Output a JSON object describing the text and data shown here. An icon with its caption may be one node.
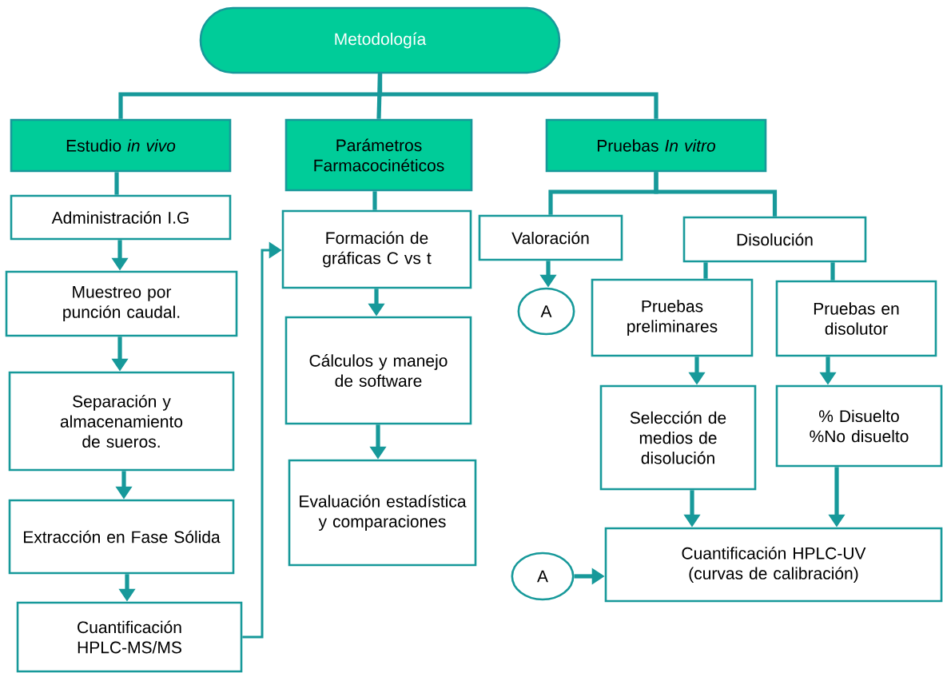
{
  "diagram": {
    "nodes": [
      {
        "text": [
          "Metodología"
        ]
      },
      {
        "text": [
          "Estudio *in vivo*"
        ]
      },
      {
        "text": [
          "Parámetros Farmacocinéticos"
        ]
      },
      {
        "text": [
          "Pruebas *In vitro*"
        ]
      },
      {
        "text": [
          "Administración I.G"
        ]
      },
      {
        "text": [
          "Muestreo por punción caudal."
        ]
      },
      {
        "text": [
          "Separación y almacenamiento de sueros."
        ]
      },
      {
        "text": [
          "Extracción en Fase Sólida"
        ]
      },
      {
        "text": [
          "Cuantificación HPLC-MS/MS"
        ]
      },
      {
        "text": [
          "Formación de gráficas C vs t"
        ]
      },
      {
        "text": [
          "Cálculos y manejo de software"
        ]
      },
      {
        "text": [
          "Evaluación estadística y comparaciones"
        ]
      },
      {
        "text": [
          "Valoración"
        ]
      },
      {
        "text": [
          "A"
        ]
      },
      {
        "text": [
          "Disolución"
        ]
      },
      {
        "text": [
          "Pruebas preliminares"
        ]
      },
      {
        "text": [
          "Pruebas en disolutor"
        ]
      },
      {
        "text": [
          "Selección de medios de disolución"
        ]
      },
      {
        "text": [
          "% Disuelto %No disuelto"
        ]
      },
      {
        "text": [
          "A"
        ]
      },
      {
        "text": [
          "Cuantificación HPLC-UV (curvas de calibración)"
        ]
      }
    ],
    "edges": [
      {
        "from": 0,
        "to": 1,
        "arrow": "none"
      },
      {
        "from": 0,
        "to": 2,
        "arrow": "none"
      },
      {
        "from": 0,
        "to": 3,
        "arrow": "none"
      },
      {
        "from": 1,
        "to": 4,
        "arrow": "none"
      },
      {
        "from": 4,
        "to": 5,
        "arrow": "to"
      },
      {
        "from": 5,
        "to": 6,
        "arrow": "to"
      },
      {
        "from": 6,
        "to": 7,
        "arrow": "to"
      },
      {
        "from": 7,
        "to": 8,
        "arrow": "to"
      },
      {
        "from": 8,
        "to": 9,
        "arrow": "to"
      },
      {
        "from": 2,
        "to": 9,
        "arrow": "none"
      },
      {
        "from": 9,
        "to": 10,
        "arrow": "to"
      },
      {
        "from": 10,
        "to": 11,
        "arrow": "to"
      },
      {
        "from": 3,
        "to": 12,
        "arrow": "none"
      },
      {
        "from": 3,
        "to": 14,
        "arrow": "none"
      },
      {
        "from": 12,
        "to": 13,
        "arrow": "to"
      },
      {
        "from": 14,
        "to": 15,
        "arrow": "none"
      },
      {
        "from": 14,
        "to": 16,
        "arrow": "none"
      },
      {
        "from": 15,
        "to": 17,
        "arrow": "to"
      },
      {
        "from": 16,
        "to": 18,
        "arrow": "to"
      },
      {
        "from": 17,
        "to": 20,
        "arrow": "to"
      },
      {
        "from": 18,
        "to": 20,
        "arrow": "to"
      },
      {
        "from": 19,
        "to": 20,
        "arrow": "to"
      }
    ]
  }
}
